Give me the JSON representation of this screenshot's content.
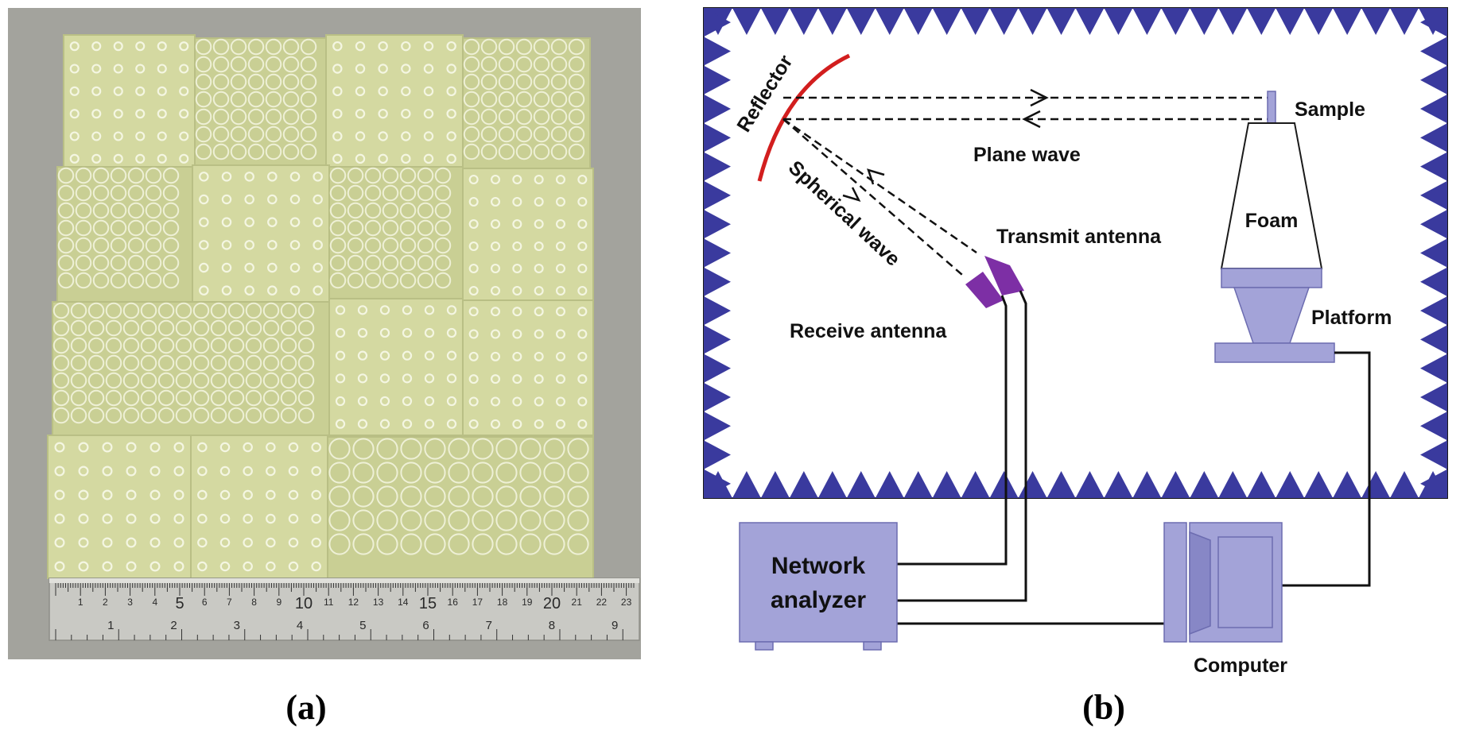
{
  "panel_a": {
    "caption": "(a)",
    "ruler": {
      "cm_major": [
        "5",
        "10",
        "15",
        "20"
      ],
      "cm_minor": [
        "1",
        "2",
        "3",
        "4",
        "6",
        "7",
        "8",
        "9",
        "11",
        "12",
        "13",
        "14",
        "16",
        "17",
        "18",
        "19",
        "21",
        "22",
        "23"
      ],
      "inch_marks": [
        "1",
        "2",
        "3",
        "4",
        "5",
        "6",
        "7",
        "8",
        "9"
      ]
    },
    "colors": {
      "board": "#d4d9a1",
      "board_edge": "#b9bf85",
      "pattern": "#f4f6e2",
      "background": "#9a9b94"
    }
  },
  "panel_b": {
    "caption": "(b)",
    "labels": {
      "reflector": "Reflector",
      "sample": "Sample",
      "plane_wave": "Plane wave",
      "spherical_wave": "Spherical wave",
      "transmit_antenna": "Transmit antenna",
      "receive_antenna": "Receive antenna",
      "foam": "Foam",
      "platform": "Platform",
      "network_analyzer_line1": "Network",
      "network_analyzer_line2": "analyzer",
      "computer": "Computer"
    },
    "colors": {
      "absorber": "#3a3a9e",
      "reflector": "#d21e1e",
      "antenna": "#7d2fa5",
      "equipment": "#a3a3d8",
      "equipment_dark": "#8787c6"
    }
  }
}
